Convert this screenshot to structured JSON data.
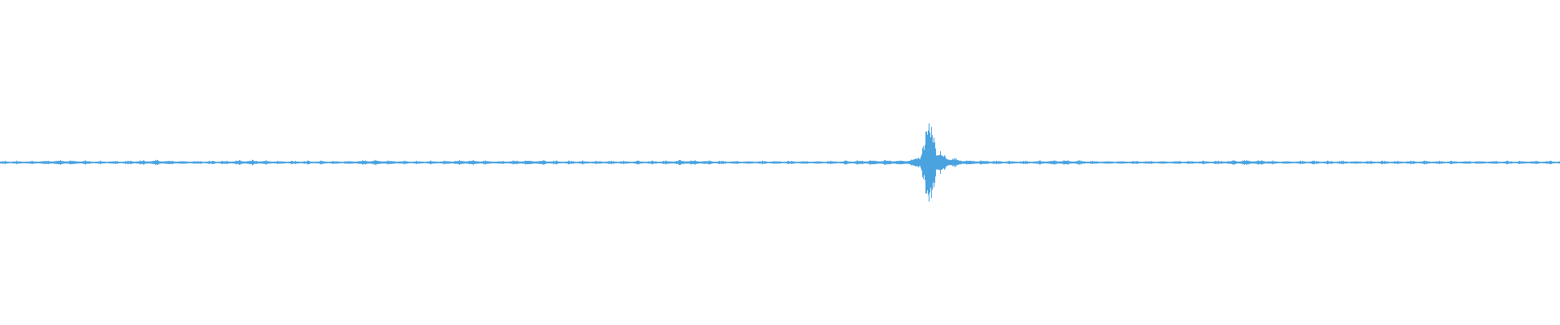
{
  "waveform": {
    "color": "#4aa3df",
    "background": "#ffffff"
  },
  "chart_data": {
    "type": "line",
    "title": "",
    "xlabel": "",
    "ylabel": "",
    "ylim": [
      -1,
      1
    ],
    "grid": false,
    "legend": "none",
    "series": [
      {
        "x": [
          0.0,
          0.02,
          0.04,
          0.06,
          0.08,
          0.1,
          0.12,
          0.14,
          0.16,
          0.18,
          0.2,
          0.22,
          0.24,
          0.26,
          0.28,
          0.3,
          0.32,
          0.34,
          0.36,
          0.38,
          0.4,
          0.42,
          0.44,
          0.46,
          0.48,
          0.5,
          0.52,
          0.54,
          0.56,
          0.58,
          0.585,
          0.59,
          0.5925,
          0.595,
          0.5975,
          0.6,
          0.605,
          0.61,
          0.615,
          0.62,
          0.64,
          0.66,
          0.68,
          0.7,
          0.72,
          0.74,
          0.76,
          0.78,
          0.8,
          0.82,
          0.84,
          0.86,
          0.88,
          0.9,
          0.92,
          0.94,
          0.96,
          0.98,
          1.0
        ],
        "amplitude": [
          0.02,
          0.02,
          0.03,
          0.02,
          0.02,
          0.03,
          0.02,
          0.02,
          0.03,
          0.02,
          0.02,
          0.02,
          0.03,
          0.02,
          0.02,
          0.03,
          0.02,
          0.03,
          0.02,
          0.02,
          0.02,
          0.02,
          0.03,
          0.02,
          0.02,
          0.02,
          0.02,
          0.02,
          0.03,
          0.03,
          0.05,
          0.1,
          0.25,
          0.6,
          0.35,
          0.18,
          0.1,
          0.06,
          0.04,
          0.03,
          0.02,
          0.02,
          0.03,
          0.02,
          0.02,
          0.02,
          0.02,
          0.02,
          0.03,
          0.02,
          0.02,
          0.02,
          0.02,
          0.02,
          0.02,
          0.02,
          0.02,
          0.02,
          0.02
        ]
      }
    ]
  }
}
